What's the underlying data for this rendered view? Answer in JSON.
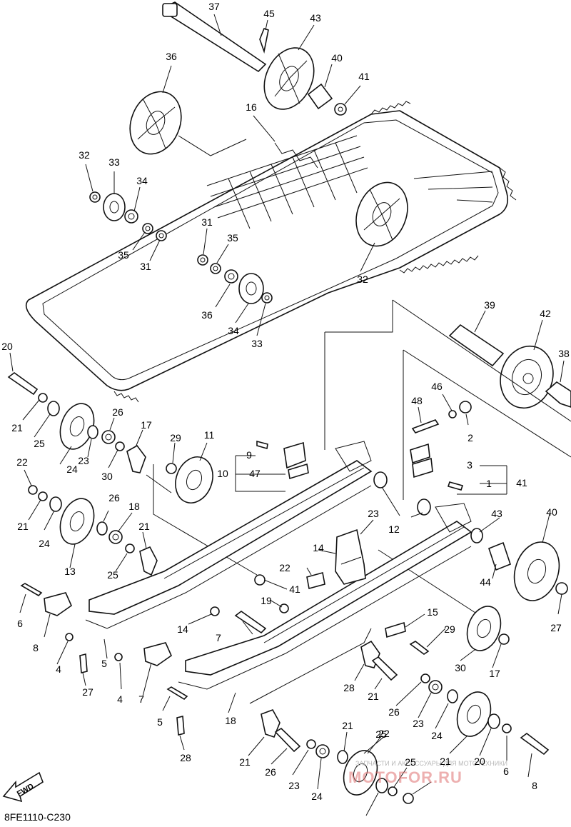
{
  "diagram_code": "8FE1110-C230",
  "fwd_label": "FWD",
  "watermark": {
    "line1": "ЗАПЧАСТИ И АКСЕССУАРЫ ДЛЯ МОТОТЕХНИКИ",
    "line2": "MOTOFOR.RU"
  },
  "callouts": [
    "37",
    "45",
    "43",
    "40",
    "41",
    "36",
    "16",
    "32",
    "33",
    "34",
    "35",
    "31",
    "31",
    "35",
    "36",
    "34",
    "33",
    "32",
    "39",
    "42",
    "38",
    "20",
    "21",
    "25",
    "24",
    "23",
    "26",
    "17",
    "22",
    "21",
    "30",
    "29",
    "11",
    "9",
    "10",
    "47",
    "46",
    "48",
    "2",
    "3",
    "1",
    "41",
    "12",
    "23",
    "26",
    "18",
    "21",
    "25",
    "24",
    "13",
    "14",
    "22",
    "41",
    "43",
    "40",
    "44",
    "27",
    "19",
    "7",
    "6",
    "8",
    "4",
    "5",
    "27",
    "14",
    "15",
    "29",
    "30",
    "17",
    "28",
    "21",
    "26",
    "23",
    "24",
    "25",
    "21",
    "20",
    "6",
    "8",
    "7",
    "4",
    "5",
    "18",
    "28",
    "21",
    "26",
    "23",
    "24",
    "21",
    "22",
    "25"
  ]
}
